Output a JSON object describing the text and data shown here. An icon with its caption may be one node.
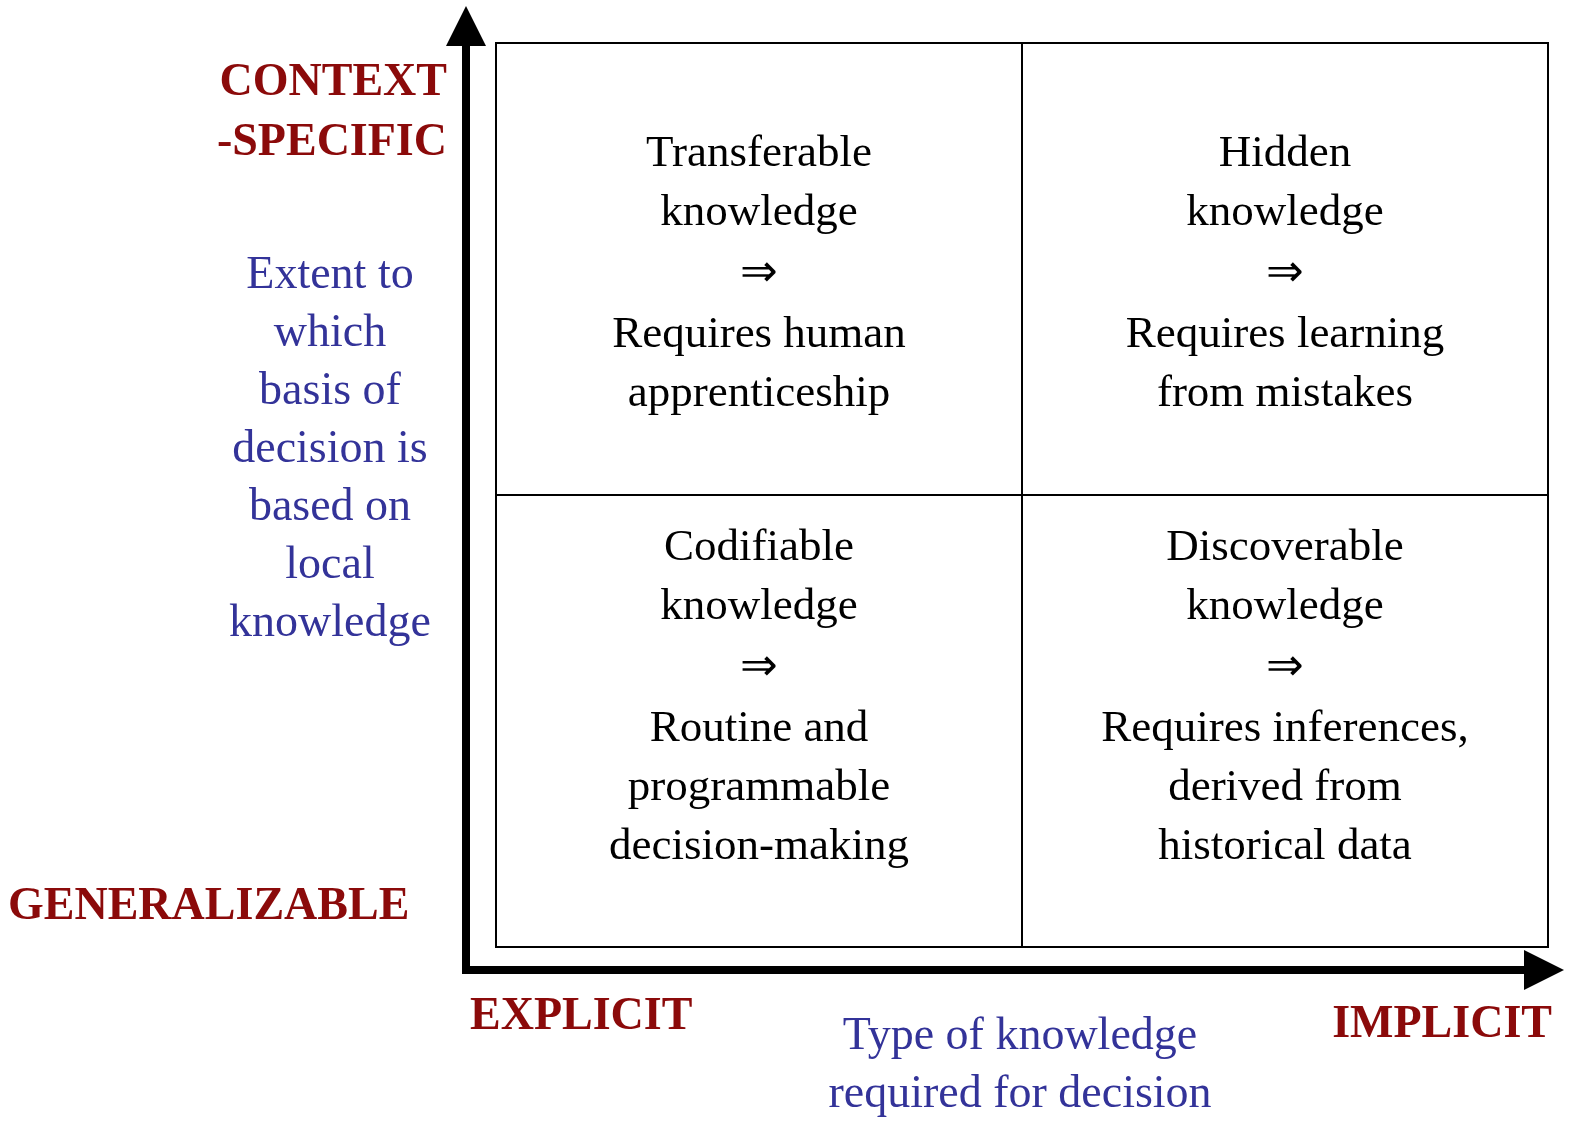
{
  "diagram": {
    "nodes": [
      {
        "text": [
          "Transferable knowledge",
          "⇒",
          "Requires human apprenticeship"
        ]
      },
      {
        "text": [
          "Hidden knowledge",
          "⇒",
          "Requires learning from mistakes"
        ]
      },
      {
        "text": [
          "Codifiable knowledge",
          "⇒",
          "Routine and programmable decision-making"
        ]
      },
      {
        "text": [
          "Discoverable knowledge",
          "⇒",
          "Requires inferences, derived from historical data"
        ]
      }
    ],
    "labels": [
      "CONTEXT -SPECIFIC",
      "Extent to which basis of decision is based on local knowledge",
      "GENERALIZABLE",
      "EXPLICIT",
      "Type of knowledge required for decision",
      "IMPLICIT"
    ]
  }
}
